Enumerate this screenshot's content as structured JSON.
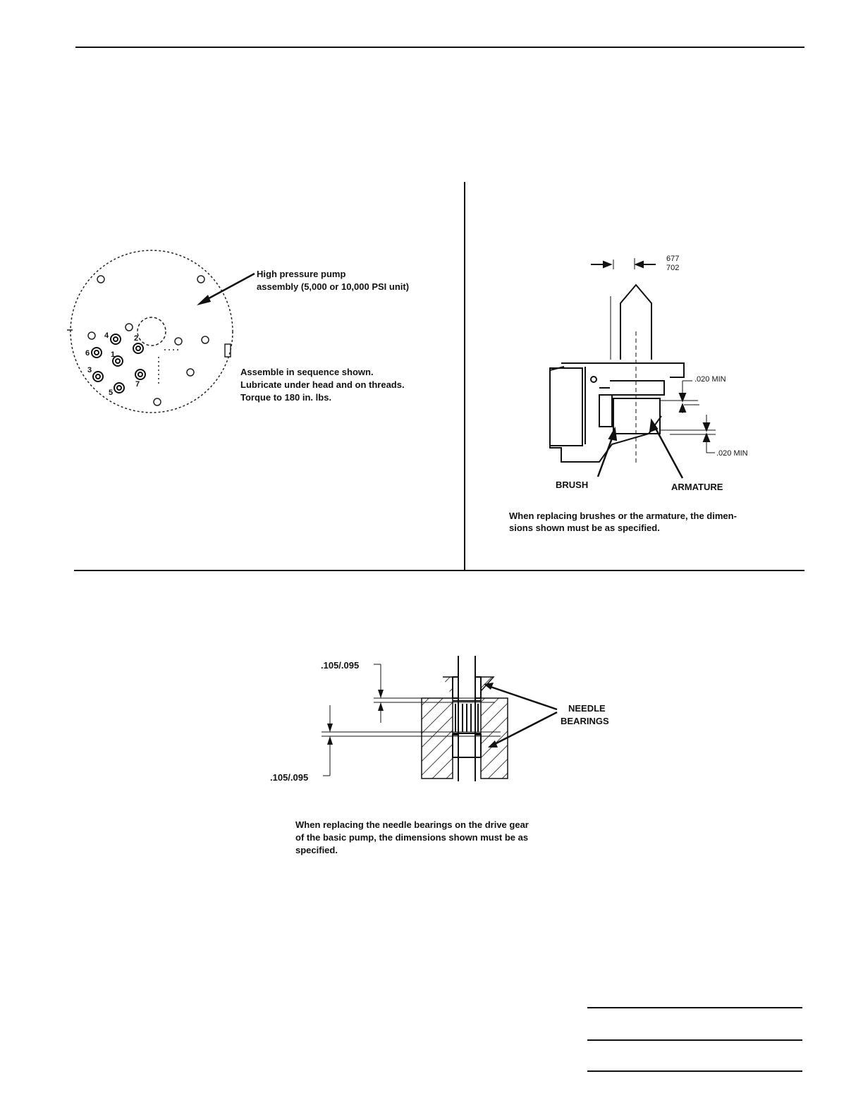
{
  "pump_figure": {
    "callout_line1": "High pressure pump",
    "callout_line2": "assembly (5,000 or 10,000 PSI unit)",
    "instructions": [
      "Assemble in sequence shown.",
      "Lubricate under head and on threads.",
      "Torque to 180 in. lbs."
    ],
    "bolt_numbers": [
      "1",
      "2",
      "3",
      "4",
      "5",
      "6",
      "7"
    ]
  },
  "motor_figure": {
    "dim_top_a": "677",
    "dim_top_b": "702",
    "clearance_upper": ".020 MIN",
    "clearance_lower": ".020 MIN",
    "label_brush": "BRUSH",
    "label_armature": "ARMATURE",
    "caption_line1": "When replacing brushes or the armature, the dimen-",
    "caption_line2": "sions shown must be as specified."
  },
  "bearing_figure": {
    "dim_upper": ".105/.095",
    "dim_lower": ".105/.095",
    "label_line1": "NEEDLE",
    "label_line2": "BEARINGS",
    "caption_line1": "When replacing the needle bearings on the drive gear",
    "caption_line2": "of the basic pump, the dimensions shown must be as",
    "caption_line3": "specified."
  }
}
